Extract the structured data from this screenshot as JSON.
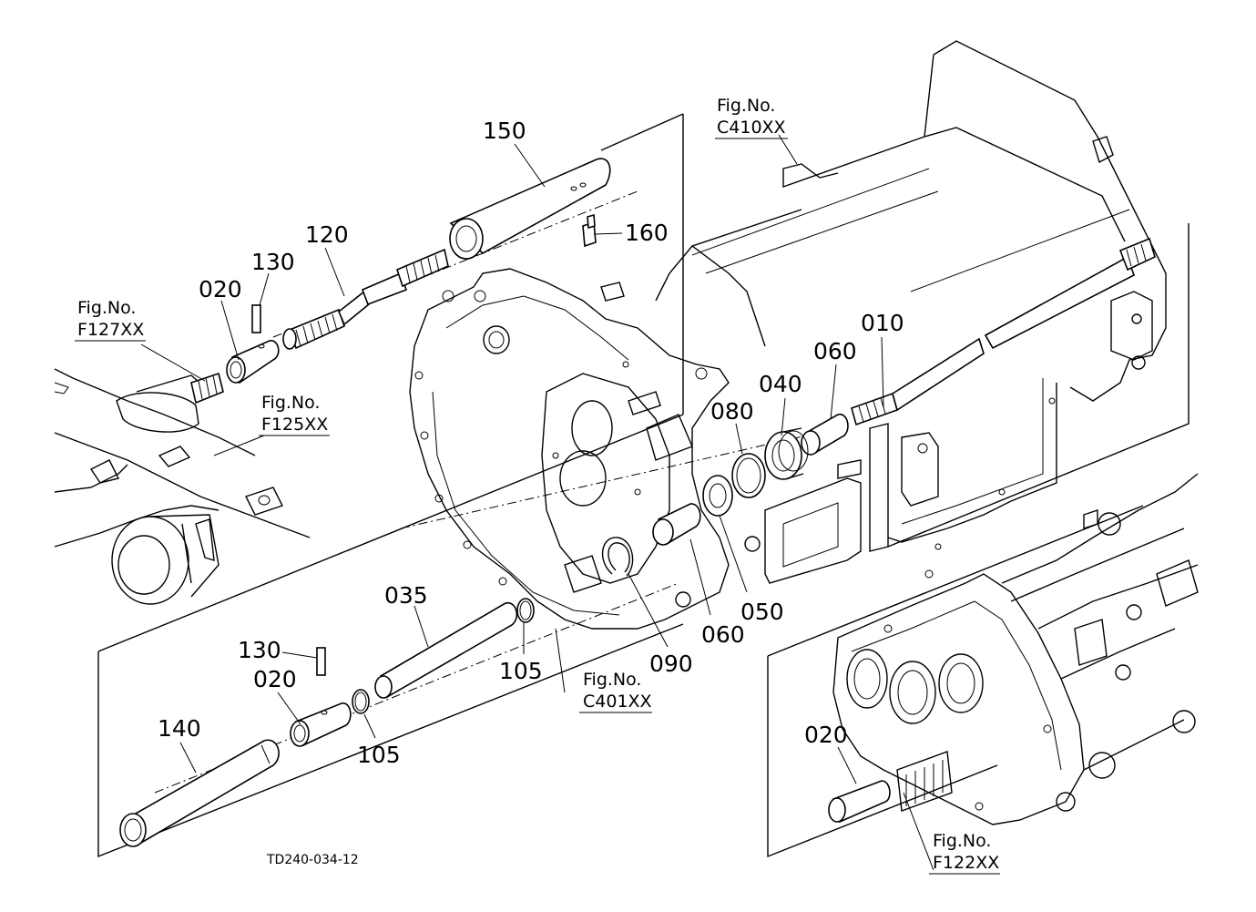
{
  "parts": {
    "p150": "150",
    "p160": "160",
    "p120": "120",
    "p130_top": "130",
    "p020_top": "020",
    "p010": "010",
    "p060_right": "060",
    "p040": "040",
    "p080": "080",
    "p050": "050",
    "p060_mid": "060",
    "p090": "090",
    "p035": "035",
    "p105_top": "105",
    "p105_bottom": "105",
    "p130_bottom": "130",
    "p020_bottom": "020",
    "p140": "140",
    "p020_right": "020"
  },
  "figures": {
    "c410": {
      "line1": "Fig.No.",
      "line2": "C410XX"
    },
    "f127": {
      "line1": "Fig.No.",
      "line2": "F127XX"
    },
    "f125": {
      "line1": "Fig.No.",
      "line2": "F125XX"
    },
    "c401": {
      "line1": "Fig.No.",
      "line2": "C401XX"
    },
    "f122": {
      "line1": "Fig.No.",
      "line2": "F122XX"
    }
  },
  "drawing_code": "TD240-034-12"
}
